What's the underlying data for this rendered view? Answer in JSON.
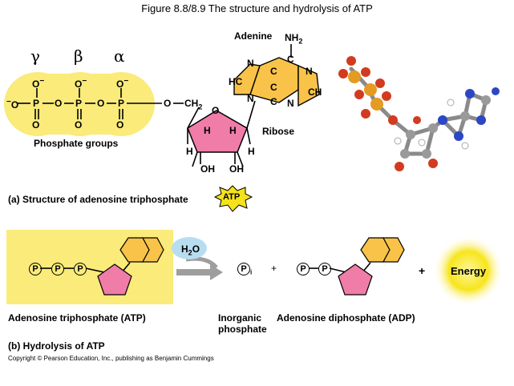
{
  "title": "Figure 8.8/8.9  The structure and hydrolysis of ATP",
  "greek": {
    "gamma": "γ",
    "beta": "β",
    "alpha": "α"
  },
  "part_a": {
    "adenine_label": "Adenine",
    "ribose_label": "Ribose",
    "phosphate_label": "Phosphate groups",
    "caption": "(a) Structure of adenosine triphosphate",
    "badge": "ATP",
    "nh2": "NH",
    "nh2_sub": "2",
    "o_minus": "O",
    "minus": "−",
    "o_plain": "O",
    "p": "P",
    "ch2": "CH",
    "ch2_sub": "2",
    "n": "N",
    "c": "C",
    "ch": "CH",
    "hc": "HC",
    "h": "H",
    "oh": "OH"
  },
  "part_b": {
    "water": "H",
    "water_sub": "2",
    "water_o": "O",
    "p_circle": "P",
    "pi_sub": "i",
    "plus1": "+",
    "plus2": "+",
    "energy": "Energy",
    "atp_label": "Adenosine triphosphate (ATP)",
    "inorganic_label_1": "Inorganic",
    "inorganic_label_2": "phosphate",
    "adp_label": "Adenosine diphosphate (ADP)",
    "caption": "(b) Hydrolysis of ATP"
  },
  "copyright": "Copyright © Pearson Education, Inc., publishing as Benjamin Cummings",
  "colors": {
    "phosphate_bg": "#FAEB7A",
    "adenine": "#F8C348",
    "ribose": "#F07CA8",
    "atp_badge": "#F5E21A",
    "energy_glow": "#F7E51C",
    "water_bubble": "#B8DDF0",
    "arrow": "#9E9E9E"
  }
}
